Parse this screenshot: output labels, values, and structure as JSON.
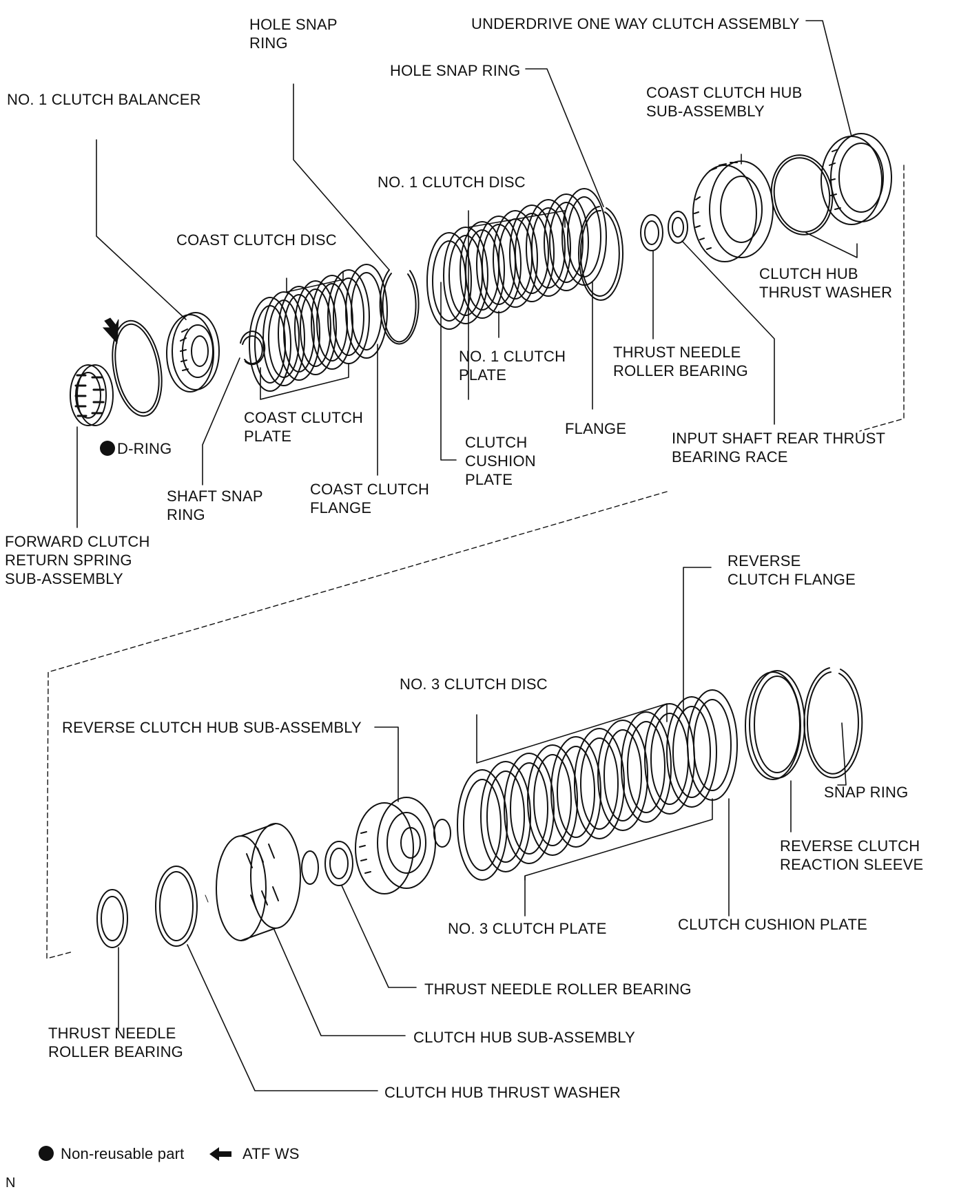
{
  "labels": {
    "hole_snap_ring_upper": "HOLE SNAP\nRING",
    "underdrive_owc": "UNDERDRIVE ONE WAY CLUTCH ASSEMBLY",
    "hole_snap_ring_mid": "HOLE SNAP RING",
    "no1_clutch_balancer": "NO. 1 CLUTCH BALANCER",
    "coast_clutch_hub": "COAST CLUTCH HUB\nSUB-ASSEMBLY",
    "no1_clutch_disc": "NO. 1 CLUTCH DISC",
    "coast_clutch_disc": "COAST CLUTCH DISC",
    "clutch_hub_thrust_washer_top": "CLUTCH HUB\nTHRUST WASHER",
    "no1_clutch_plate": "NO. 1 CLUTCH\nPLATE",
    "thrust_needle_bearing_top": "THRUST NEEDLE\nROLLER BEARING",
    "coast_clutch_plate": "COAST CLUTCH\nPLATE",
    "d_ring": "D-RING",
    "flange": "FLANGE",
    "input_shaft_race": "INPUT SHAFT REAR THRUST\nBEARING RACE",
    "clutch_cushion_plate_top": "CLUTCH\nCUSHION\nPLATE",
    "shaft_snap_ring": "SHAFT SNAP\nRING",
    "coast_clutch_flange": "COAST CLUTCH\nFLANGE",
    "forward_clutch_return_spring": "FORWARD CLUTCH\nRETURN SPRING\nSUB-ASSEMBLY",
    "reverse_clutch_flange": "REVERSE\nCLUTCH FLANGE",
    "no3_clutch_disc": "NO. 3 CLUTCH DISC",
    "reverse_clutch_hub": "REVERSE CLUTCH HUB SUB-ASSEMBLY",
    "snap_ring": "SNAP RING",
    "reverse_clutch_reaction_sleeve": "REVERSE CLUTCH\nREACTION SLEEVE",
    "no3_clutch_plate": "NO. 3 CLUTCH PLATE",
    "clutch_cushion_plate_bottom": "CLUTCH CUSHION PLATE",
    "thrust_needle_bearing_mid": "THRUST NEEDLE ROLLER BEARING",
    "clutch_hub_sub_assembly": "CLUTCH HUB SUB-ASSEMBLY",
    "thrust_needle_bearing_bottom": "THRUST NEEDLE\nROLLER BEARING",
    "clutch_hub_thrust_washer_bottom": "CLUTCH HUB THRUST WASHER"
  },
  "legend": {
    "non_reusable": "Non-reusable part",
    "atf_ws": "ATF WS"
  },
  "corner_mark": "N"
}
